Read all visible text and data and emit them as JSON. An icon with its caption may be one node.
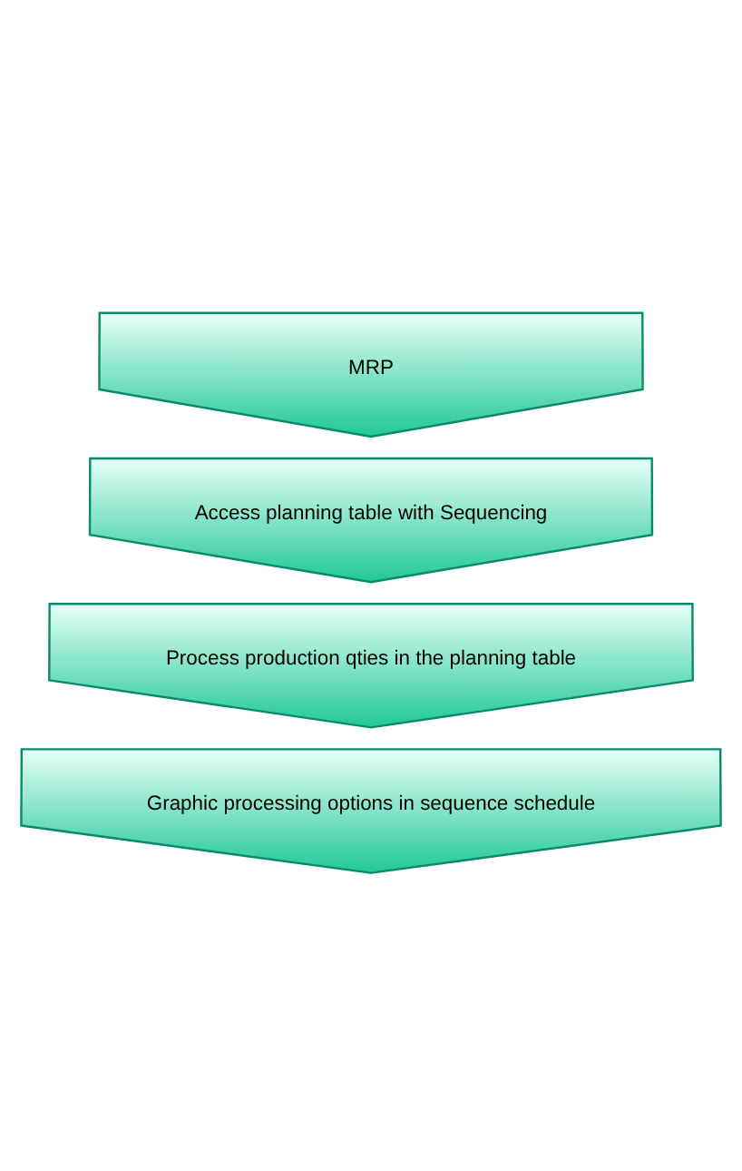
{
  "diagram": {
    "nodes": [
      {
        "text": [
          "MRP"
        ]
      },
      {
        "text": [
          "Access planning table with Sequencing"
        ]
      },
      {
        "text": [
          "Process production qties in the planning table"
        ]
      },
      {
        "text": [
          "Graphic processing options in sequence schedule"
        ]
      }
    ]
  }
}
